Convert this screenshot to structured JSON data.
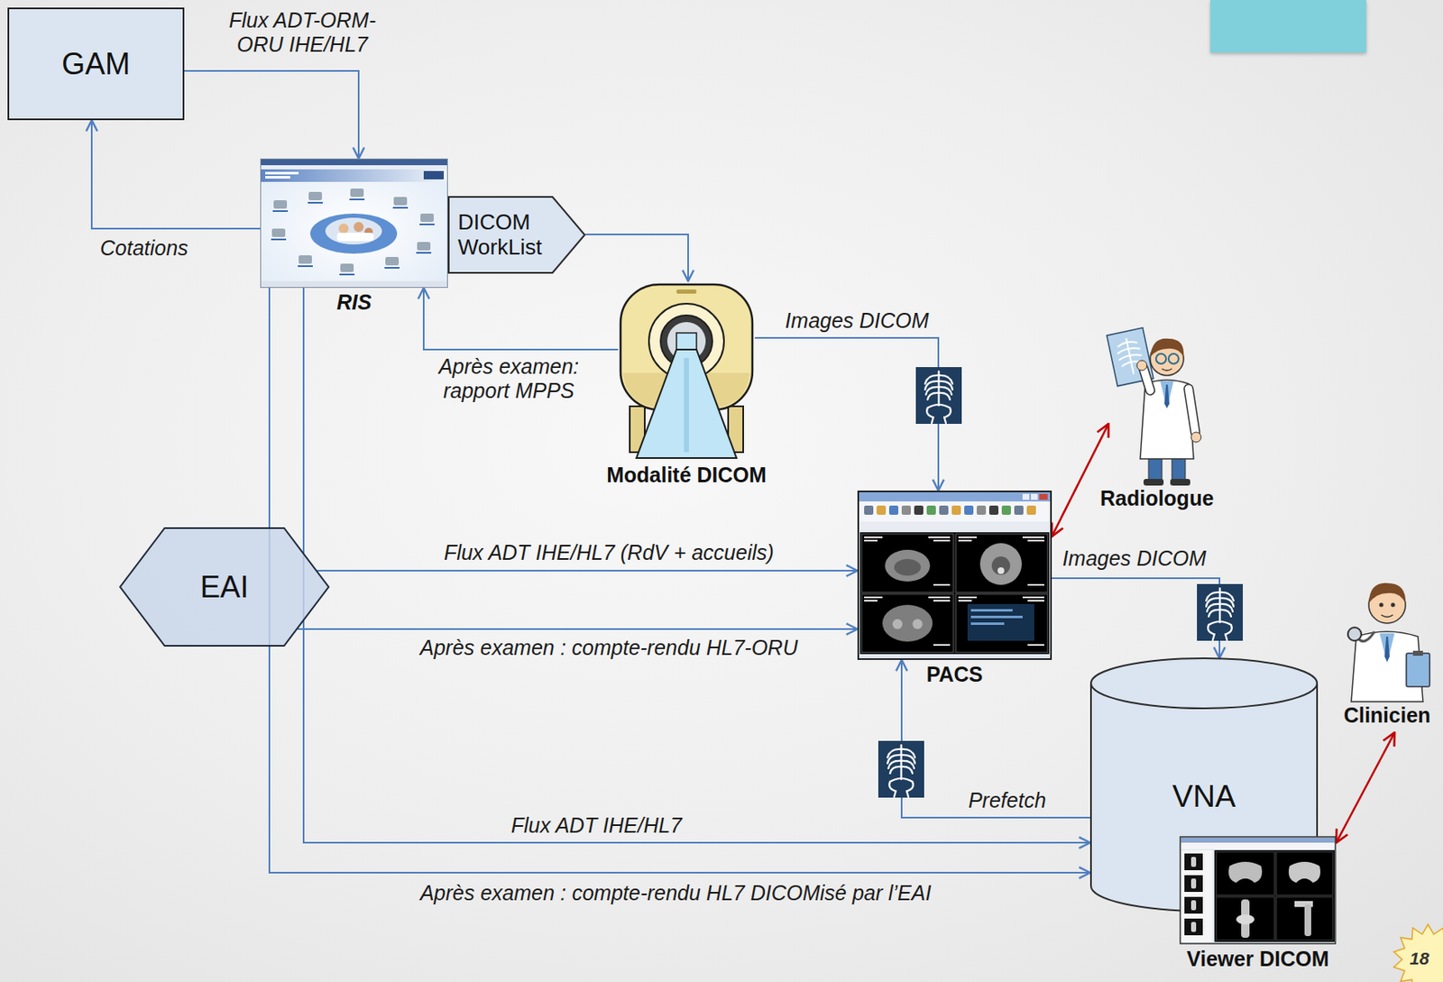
{
  "diagram": {
    "nodes": [
      {
        "text": [
          "GAM"
        ]
      },
      {
        "text": [
          "RIS"
        ]
      },
      {
        "text": [
          "DICOM WorkList"
        ]
      },
      {
        "text": [
          "Modalité DICOM"
        ]
      },
      {
        "text": [
          "Radiologue"
        ]
      },
      {
        "text": [
          "EAI"
        ]
      },
      {
        "text": [
          "PACS"
        ]
      },
      {
        "text": [
          "VNA"
        ]
      },
      {
        "text": [
          "Clinicien"
        ]
      },
      {
        "text": [
          "Viewer DICOM"
        ]
      }
    ],
    "edges": [
      {
        "from": 0,
        "to": 1,
        "label": "Flux ADT-ORM-ORU IHE/HL7",
        "arrow": "to"
      },
      {
        "from": 1,
        "to": 0,
        "label": "Cotations",
        "arrow": "to"
      },
      {
        "from": 2,
        "to": 3,
        "arrow": "to"
      },
      {
        "from": 3,
        "to": 1,
        "label": "Après examen: rapport MPPS",
        "arrow": "to"
      },
      {
        "from": 3,
        "to": 6,
        "label": "Images DICOM",
        "arrow": "to"
      },
      {
        "from": 6,
        "to": 4,
        "arrow": "both"
      },
      {
        "from": 5,
        "to": 6,
        "label": "Flux ADT IHE/HL7 (RdV + accueils)",
        "arrow": "to"
      },
      {
        "from": 5,
        "to": 6,
        "label": "Après examen : compte-rendu HL7-ORU",
        "arrow": "to"
      },
      {
        "from": 6,
        "to": 7,
        "label": "Images DICOM",
        "arrow": "to"
      },
      {
        "from": 7,
        "to": 6,
        "label": "Prefetch",
        "arrow": "to"
      },
      {
        "from": 1,
        "to": 7,
        "label": "Flux ADT IHE/HL7",
        "arrow": "to"
      },
      {
        "from": 1,
        "to": 7,
        "label": "Après examen : compte-rendu HL7 DICOMisé par l’EAI",
        "arrow": "to"
      },
      {
        "from": 9,
        "to": 8,
        "arrow": "both"
      }
    ],
    "labels": [
      "18"
    ]
  }
}
